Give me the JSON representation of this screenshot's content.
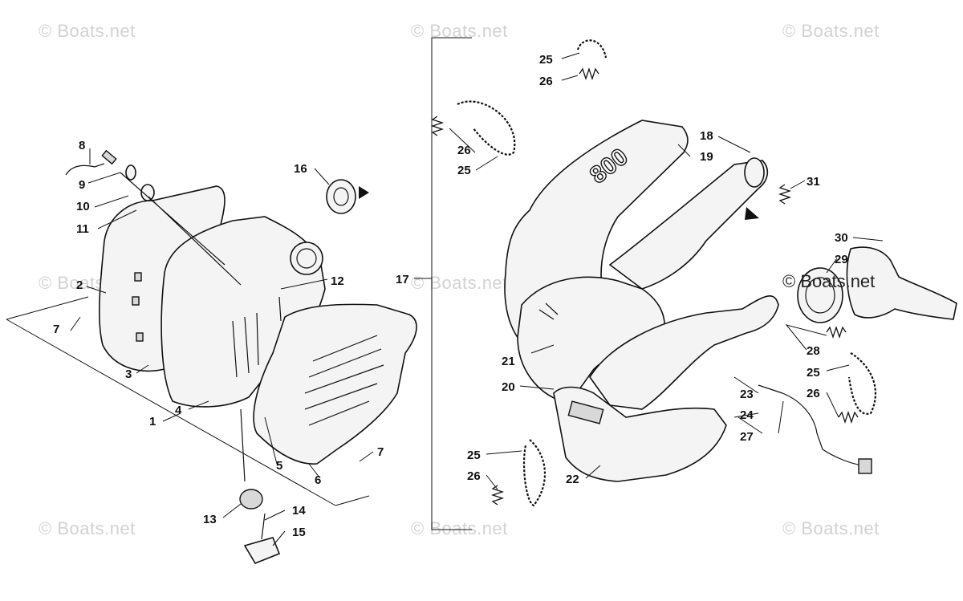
{
  "watermark": "© Boats.net",
  "watermark_inline": "© Boats.net",
  "callouts": {
    "c1": "1",
    "c2": "2",
    "c3": "3",
    "c4": "4",
    "c5": "5",
    "c6": "6",
    "c7a": "7",
    "c7b": "7",
    "c8": "8",
    "c9": "9",
    "c10": "10",
    "c11": "11",
    "c12": "12",
    "c13": "13",
    "c14": "14",
    "c15": "15",
    "c16": "16",
    "c17": "17",
    "c18": "18",
    "c19": "19",
    "c20": "20",
    "c21": "21",
    "c22": "22",
    "c23": "23",
    "c24": "24",
    "c25a": "25",
    "c25b": "25",
    "c25c": "25",
    "c25d": "25",
    "c26a": "26",
    "c26b": "26",
    "c26c": "26",
    "c26d": "26",
    "c27": "27",
    "c28": "28",
    "c29": "29",
    "c30": "30",
    "c31": "31"
  },
  "muffler_logo": "800"
}
